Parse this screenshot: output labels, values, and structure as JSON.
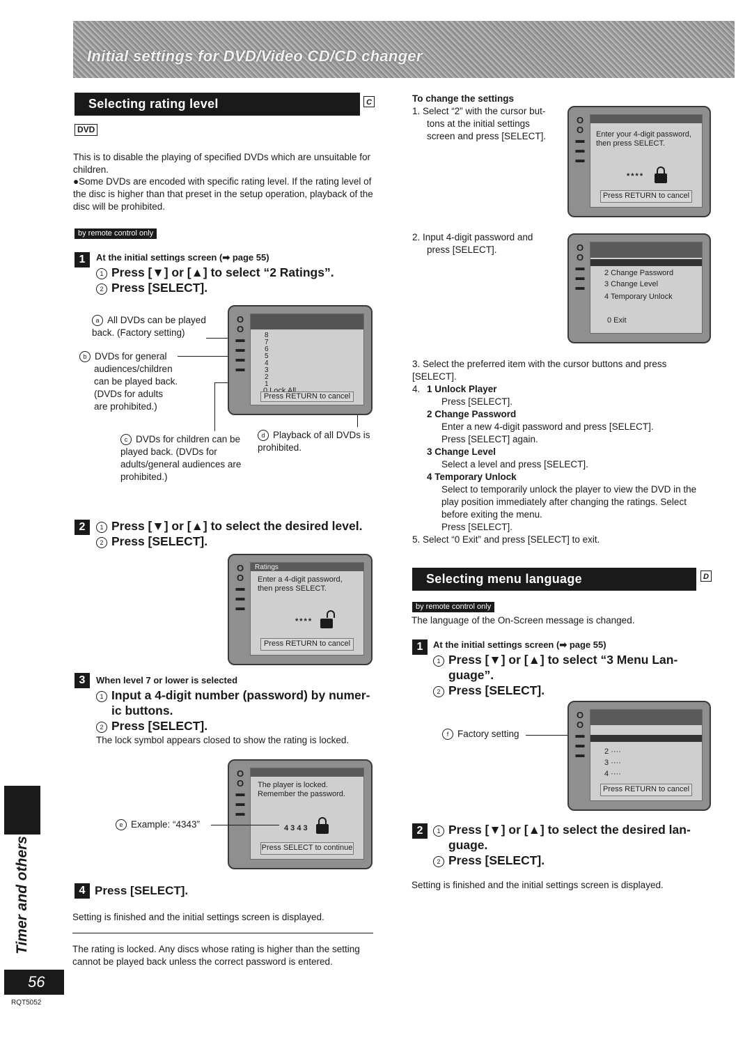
{
  "banner": {
    "title": "Initial settings for DVD/Video CD/CD changer"
  },
  "left": {
    "section_title": "Selecting rating level",
    "section_letter": "C",
    "dvd_label": "DVD",
    "intro": "This is to disable the playing of specified DVDs which are unsuitable for children.",
    "bullet": "●Some DVDs are encoded with specific rating level. If the rating level of the disc is higher than that preset in the setup operation, playback of the disc will be prohibited.",
    "remote_label": "by remote control only",
    "step1": {
      "num": "1",
      "pre": "At the initial settings screen (➡ page 55)",
      "line1": "Press [▼] or [▲] to select “2 Ratings”.",
      "line2": "Press [SELECT]."
    },
    "ann_a": "All DVDs can be played back. (Factory setting)",
    "ann_b_l1": "DVDs for general",
    "ann_b_l2": "audiences/children",
    "ann_b_l3": "can be played back.",
    "ann_b_l4": "(DVDs for adults",
    "ann_b_l5": "are prohibited.)",
    "ann_c": "DVDs for children can be played back. (DVDs for adults/general audiences are prohibited.)",
    "ann_d": "Playback of all DVDs is prohibited.",
    "screen1": {
      "levels": "8 7 6 5 4 3 2 1",
      "lock_all": "0 Lock All",
      "cancel": "Press RETURN to cancel"
    },
    "step2": {
      "num": "2",
      "line1": "Press [▼] or [▲] to select the desired level.",
      "line2": "Press [SELECT]."
    },
    "screen2": {
      "title": "Ratings",
      "msg1": "Enter a 4-digit password,",
      "msg2": "then press SELECT.",
      "stars": "****",
      "cancel": "Press RETURN to cancel"
    },
    "step3": {
      "num": "3",
      "pre": "When level 7 or lower is selected",
      "line1": "Input a 4-digit number (password) by numer-",
      "line1b": "ic buttons.",
      "line2": "Press [SELECT].",
      "desc": "The lock symbol appears closed to show the rating is locked."
    },
    "screen3": {
      "msg1": "The player is locked.",
      "msg2": "Remember the password.",
      "digits": "4 3 4 3",
      "cont": "Press SELECT to continue"
    },
    "ann_e": "Example: “4343”",
    "step4": {
      "num": "4",
      "line1": "Press [SELECT].",
      "desc": "Setting is finished and the initial settings screen is displayed."
    },
    "note": "The rating is locked. Any discs whose rating is higher than the setting cannot be played back unless the correct password is entered."
  },
  "right": {
    "change_title": "To change the settings",
    "c1_l1": "1.  Select “2” with the cursor but-",
    "c1_l2": "tons at the initial settings",
    "c1_l3": "screen and press [SELECT].",
    "screen4": {
      "msg1": "Enter your 4-digit password,",
      "msg2": "then press SELECT.",
      "stars": "****",
      "cancel": "Press RETURN to cancel"
    },
    "c2_l1": "2.  Input 4-digit password and",
    "c2_l2": "press [SELECT].",
    "screen5": {
      "i2": "2 Change Password",
      "i3": "3 Change Level",
      "i4": "4 Temporary Unlock",
      "i0": "0 Exit"
    },
    "c3": "3.  Select the preferred item with the cursor buttons and press [SELECT].",
    "c4_n": "4.",
    "c4_1_t": "1   Unlock Player",
    "c4_1_d": "Press [SELECT].",
    "c4_2_t": "2   Change Password",
    "c4_2_d1": "Enter a new 4-digit password and press [SELECT].",
    "c4_2_d2": "Press [SELECT] again.",
    "c4_3_t": "3   Change Level",
    "c4_3_d": "Select a level and press [SELECT].",
    "c4_4_t": "4   Temporary Unlock",
    "c4_4_d": "Select to temporarily unlock the player to view the DVD in the play position immediately after changing the ratings. Select before exiting the menu.",
    "c4_4_d2": "Press [SELECT].",
    "c5": "5.  Select “0 Exit” and press [SELECT] to exit.",
    "section2_title": "Selecting menu language",
    "section2_letter": "D",
    "remote_label": "by remote control only",
    "lang_intro": "The language of the On-Screen message is changed.",
    "s1": {
      "num": "1",
      "pre": "At the initial settings screen (➡ page 55)",
      "line1": "Press [▼] or [▲] to select “3 Menu Lan-",
      "line1b": "guage”.",
      "line2": "Press [SELECT]."
    },
    "ann_f": "Factory setting",
    "screen6": {
      "i2": "2 ····",
      "i3": "3 ····",
      "i4": "4 ····",
      "cancel": "Press RETURN to cancel"
    },
    "s2": {
      "num": "2",
      "line1": "Press [▼] or [▲] to select the desired lan-",
      "line1b": "guage.",
      "line2": "Press [SELECT]."
    },
    "s2_desc": "Setting is finished and the initial settings screen is displayed."
  },
  "side": {
    "chapter": "Timer and others",
    "page": "56",
    "code": "RQT5052"
  }
}
